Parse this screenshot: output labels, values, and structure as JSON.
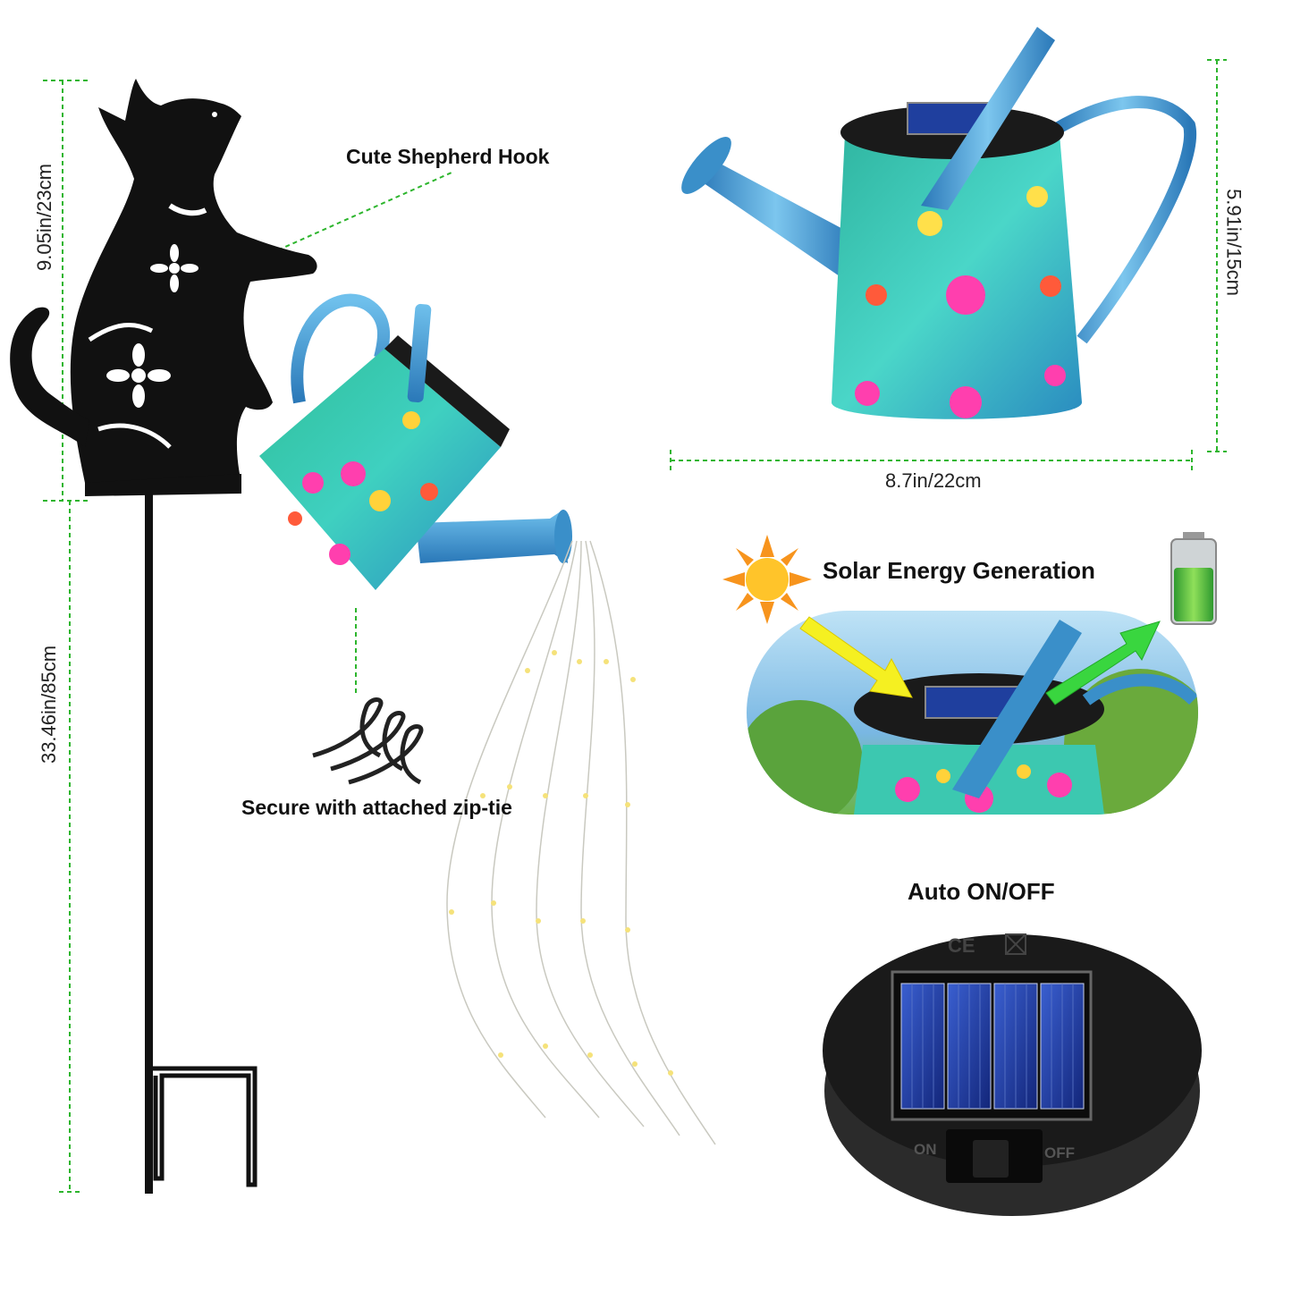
{
  "labels": {
    "hook": "Cute Shepherd Hook",
    "zip": "Secure with attached zip-tie",
    "solar": "Solar Energy Generation",
    "auto": "Auto ON/OFF"
  },
  "dimensions": {
    "top_height": "9.05in/23cm",
    "stake_height": "33.46in/85cm",
    "can_height": "5.91in/15cm",
    "can_width": "8.7in/22cm"
  },
  "panel": {
    "on": "ON",
    "off": "OFF",
    "ce": "CE"
  },
  "colors": {
    "dim_line": "#2db52d",
    "can_blue": "#3a8fc9",
    "panel_blue": "#1f3f9e"
  },
  "icons": [
    "cat-silhouette-icon",
    "watering-can-icon",
    "sun-icon",
    "battery-icon",
    "solar-panel-icon",
    "zip-tie-icon"
  ]
}
